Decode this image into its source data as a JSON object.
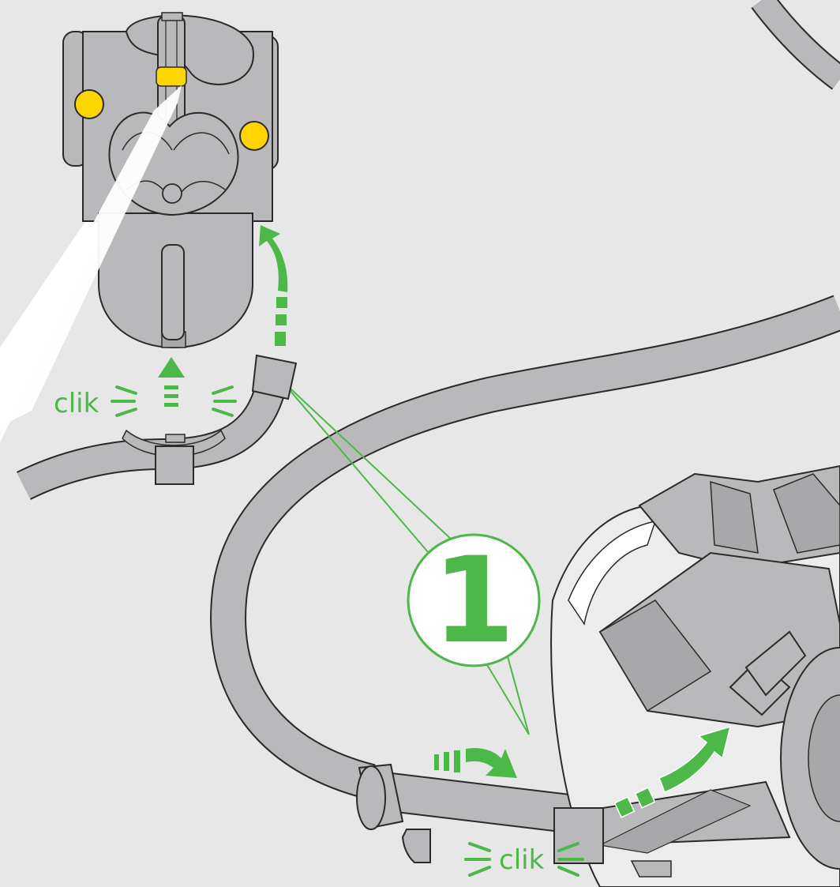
{
  "diagram": {
    "step_number": "1",
    "click_label_top": "clik",
    "click_label_bottom": "clik"
  },
  "colors": {
    "background": "#e7e7e7",
    "part_fill": "#b9b9bb",
    "part_fill_dark": "#a8a8aa",
    "outline": "#2a2a2a",
    "accent_green": "#4cb848",
    "indicator_yellow": "#ffd500",
    "highlight_white": "#ffffff"
  },
  "icons": {
    "arrow": "curved-arrow-icon",
    "click_marks": "click-burst-icon"
  }
}
